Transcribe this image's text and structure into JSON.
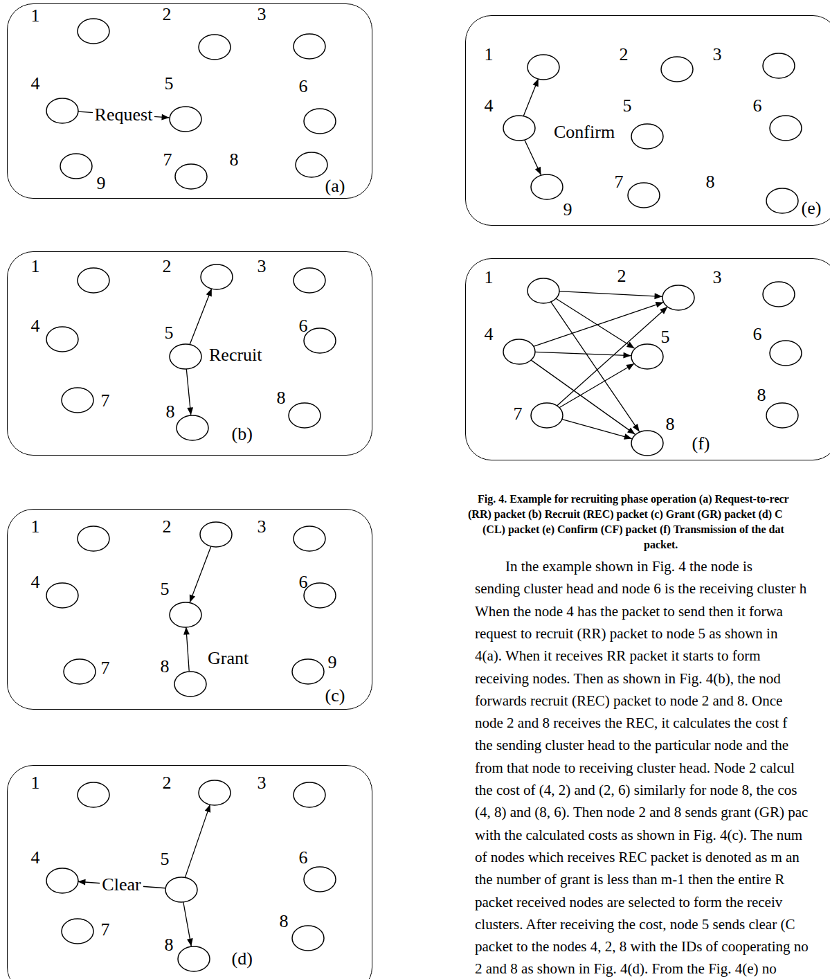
{
  "diagram": {
    "nodes": [
      {
        "text": [
          "(a)"
        ]
      },
      {
        "text": [
          "1"
        ],
        "in": 0
      },
      {
        "text": [
          "2"
        ],
        "in": 0
      },
      {
        "text": [
          "3"
        ],
        "in": 0
      },
      {
        "text": [
          "4"
        ],
        "in": 0
      },
      {
        "text": [
          "5"
        ],
        "in": 0
      },
      {
        "text": [
          "6"
        ],
        "in": 0
      },
      {
        "text": [
          "9"
        ],
        "in": 0
      },
      {
        "text": [
          "7"
        ],
        "in": 0
      },
      {
        "text": [
          "8"
        ],
        "in": 0
      },
      {
        "text": [
          "(b)"
        ]
      },
      {
        "text": [
          "1"
        ],
        "in": 10
      },
      {
        "text": [
          "2"
        ],
        "in": 10
      },
      {
        "text": [
          "3"
        ],
        "in": 10
      },
      {
        "text": [
          "4"
        ],
        "in": 10
      },
      {
        "text": [
          "5"
        ],
        "in": 10
      },
      {
        "text": [
          "6"
        ],
        "in": 10
      },
      {
        "text": [
          "7"
        ],
        "in": 10
      },
      {
        "text": [
          "8"
        ],
        "in": 10
      },
      {
        "text": [
          "8"
        ],
        "in": 10
      },
      {
        "text": [
          "(c)"
        ]
      },
      {
        "text": [
          "1"
        ],
        "in": 20
      },
      {
        "text": [
          "2"
        ],
        "in": 20
      },
      {
        "text": [
          "3"
        ],
        "in": 20
      },
      {
        "text": [
          "4"
        ],
        "in": 20
      },
      {
        "text": [
          "5"
        ],
        "in": 20
      },
      {
        "text": [
          "6"
        ],
        "in": 20
      },
      {
        "text": [
          "7"
        ],
        "in": 20
      },
      {
        "text": [
          "8"
        ],
        "in": 20
      },
      {
        "text": [
          "9"
        ],
        "in": 20
      },
      {
        "text": [
          "(d)"
        ]
      },
      {
        "text": [
          "1"
        ],
        "in": 30
      },
      {
        "text": [
          "2"
        ],
        "in": 30
      },
      {
        "text": [
          "3"
        ],
        "in": 30
      },
      {
        "text": [
          "4"
        ],
        "in": 30
      },
      {
        "text": [
          "5"
        ],
        "in": 30
      },
      {
        "text": [
          "6"
        ],
        "in": 30
      },
      {
        "text": [
          "7"
        ],
        "in": 30
      },
      {
        "text": [
          "8"
        ],
        "in": 30
      },
      {
        "text": [
          "8"
        ],
        "in": 30
      },
      {
        "text": [
          "(e)"
        ]
      },
      {
        "text": [
          "1"
        ],
        "in": 40
      },
      {
        "text": [
          "2"
        ],
        "in": 40
      },
      {
        "text": [
          "3"
        ],
        "in": 40
      },
      {
        "text": [
          "4"
        ],
        "in": 40
      },
      {
        "text": [
          "5"
        ],
        "in": 40
      },
      {
        "text": [
          "6"
        ],
        "in": 40
      },
      {
        "text": [
          "9"
        ],
        "in": 40
      },
      {
        "text": [
          "7"
        ],
        "in": 40
      },
      {
        "text": [
          "8"
        ],
        "in": 40
      },
      {
        "text": [
          "(f)"
        ]
      },
      {
        "text": [
          "1"
        ],
        "in": 50
      },
      {
        "text": [
          "2"
        ],
        "in": 50
      },
      {
        "text": [
          "3"
        ],
        "in": 50
      },
      {
        "text": [
          "4"
        ],
        "in": 50
      },
      {
        "text": [
          "5"
        ],
        "in": 50
      },
      {
        "text": [
          "6"
        ],
        "in": 50
      },
      {
        "text": [
          "7"
        ],
        "in": 50
      },
      {
        "text": [
          "8"
        ],
        "in": 50
      },
      {
        "text": [
          "8"
        ],
        "in": 50
      }
    ],
    "edges": [
      {
        "from": 4,
        "to": 5,
        "arrow": "to",
        "label": "Request"
      },
      {
        "from": 15,
        "to": 12,
        "arrow": "to"
      },
      {
        "from": 15,
        "to": 18,
        "arrow": "to"
      },
      {
        "from": 22,
        "to": 25,
        "arrow": "to"
      },
      {
        "from": 28,
        "to": 25,
        "arrow": "to"
      },
      {
        "from": 35,
        "to": 34,
        "arrow": "to",
        "label": "Clear"
      },
      {
        "from": 35,
        "to": 32,
        "arrow": "to"
      },
      {
        "from": 35,
        "to": 38,
        "arrow": "to"
      },
      {
        "from": 44,
        "to": 41,
        "arrow": "to"
      },
      {
        "from": 44,
        "to": 47,
        "arrow": "to"
      },
      {
        "from": 51,
        "to": 52,
        "arrow": "to"
      },
      {
        "from": 51,
        "to": 55,
        "arrow": "to"
      },
      {
        "from": 51,
        "to": 58,
        "arrow": "to"
      },
      {
        "from": 54,
        "to": 52,
        "arrow": "to"
      },
      {
        "from": 54,
        "to": 55,
        "arrow": "to"
      },
      {
        "from": 54,
        "to": 58,
        "arrow": "to"
      },
      {
        "from": 57,
        "to": 52,
        "arrow": "to"
      },
      {
        "from": 57,
        "to": 55,
        "arrow": "to"
      },
      {
        "from": 57,
        "to": 58,
        "arrow": "to"
      }
    ],
    "labels": [
      "Recruit",
      "Grant",
      "Confirm",
      "Fig. 4. Example for recruiting phase operation (a) Request-to-recr",
      "(RR) packet (b) Recruit (REC) packet (c) Grant (GR) packet (d) C",
      "(CL) packet (e) Confirm (CF) packet (f) Transmission of the dat",
      "packet.",
      "In the example shown in Fig. 4 the node is",
      "sending cluster head and node 6 is the receiving cluster h",
      "When the node 4 has the packet to send then it forwa",
      "request to recruit (RR) packet to node 5 as shown in",
      "4(a). When it receives RR packet it starts to form",
      "receiving nodes. Then as shown in Fig. 4(b), the nod",
      "forwards recruit (REC) packet to node 2 and 8. Once",
      "node 2 and 8 receives the REC, it calculates the cost f",
      "the sending cluster head to the particular node and the",
      "from that node to receiving cluster head. Node 2 calcul",
      "the cost of (4, 2) and (2, 6) similarly for node 8, the cos",
      "(4, 8) and (8, 6). Then node 2 and 8 sends grant (GR) pac",
      "with the calculated costs as shown in Fig. 4(c). The num",
      "of nodes which receives REC packet is denoted as m an",
      "the number of grant is less than m-1 then the entire R",
      "packet received nodes are selected to form the receiv",
      "clusters. After receiving the cost, node 5 sends clear (C",
      "packet to the nodes 4, 2, 8 with the IDs of cooperating no",
      "2 and 8 as shown in Fig. 4(d). From the Fig. 4(e) no"
    ]
  }
}
